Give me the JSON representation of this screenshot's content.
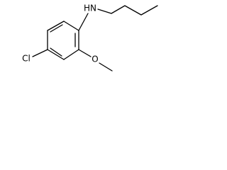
{
  "molecule": {
    "atom_labels": {
      "amine": "HN",
      "chloro": "Cl",
      "methoxy_oxygen": "O"
    },
    "colors": {
      "bond": "#000000",
      "label": "#000000",
      "background": "#ffffff"
    }
  }
}
